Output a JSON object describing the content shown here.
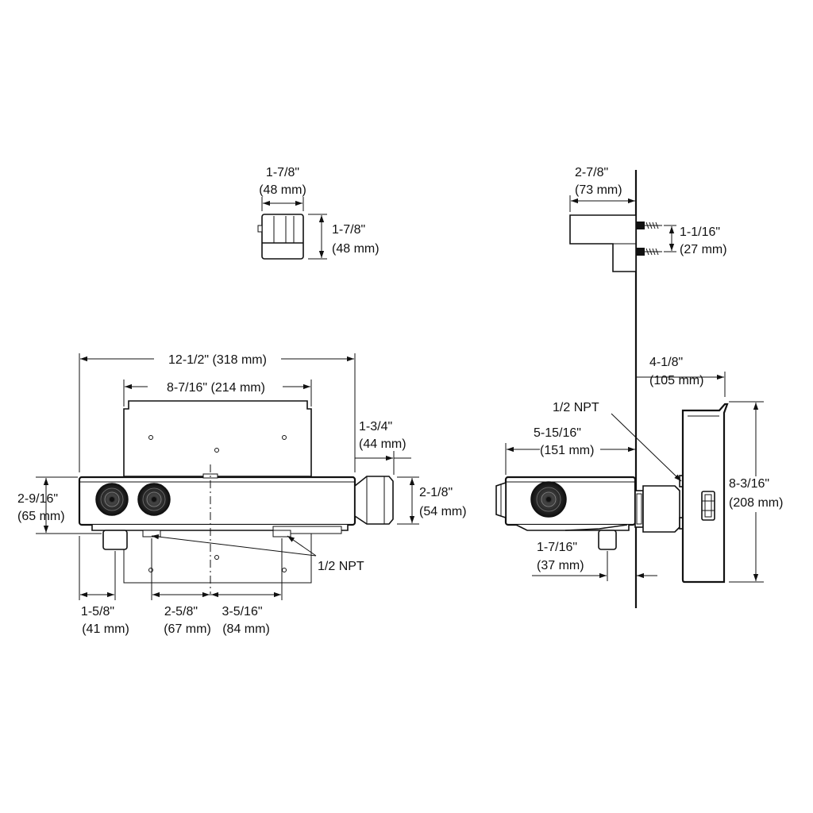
{
  "colors": {
    "line": "#111111",
    "background": "#ffffff"
  },
  "handle": {
    "width_in": "1-7/8\"",
    "width_mm": "(48 mm)",
    "height_in": "1-7/8\"",
    "height_mm": "(48 mm)"
  },
  "front_view": {
    "overall_width": "12-1/2\" (318 mm)",
    "plate_width": "8-7/16\" (214 mm)",
    "spout_offset_in": "1-3/4\"",
    "spout_offset_mm": "(44 mm)",
    "body_height_in": "2-9/16\"",
    "body_height_mm": "(65 mm)",
    "spout_height_in": "2-1/8\"",
    "spout_height_mm": "(54 mm)",
    "npt_label": "1/2 NPT",
    "left_offset_in": "1-5/8\"",
    "left_offset_mm": "(41 mm)",
    "inlet_spacing_in": "2-5/8\"",
    "inlet_spacing_mm": "(67 mm)",
    "outlet_spacing_in": "3-5/16\"",
    "outlet_spacing_mm": "(84 mm)"
  },
  "side_view": {
    "handle_depth_in": "2-7/8\"",
    "handle_depth_mm": "(73 mm)",
    "screw_spacing_in": "1-1/16\"",
    "screw_spacing_mm": "(27 mm)",
    "plate_projection_in": "4-1/8\"",
    "plate_projection_mm": "(105 mm)",
    "npt_label": "1/2 NPT",
    "body_depth_in": "5-15/16\"",
    "body_depth_mm": "(151 mm)",
    "plate_height_in": "8-3/16\"",
    "plate_height_mm": "(208 mm)",
    "outlet_offset_in": "1-7/16\"",
    "outlet_offset_mm": "(37 mm)"
  }
}
